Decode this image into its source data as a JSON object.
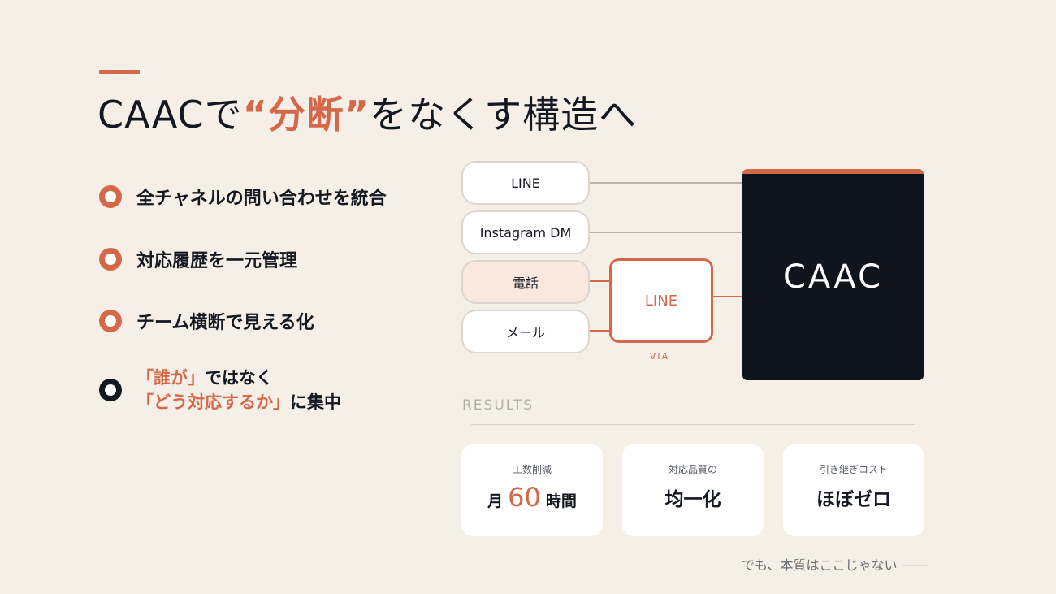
{
  "title": {
    "prefix": "CAACで",
    "highlight": "“分断”",
    "suffix": "をなくす構造へ"
  },
  "bullets": [
    "全チャネルの問い合わせを統合",
    "対応履歴を一元管理",
    "チーム横断で見える化"
  ],
  "key_bullet": {
    "line1_accent": "「誰が」",
    "line1_text": "ではなく",
    "line2_accent": "「どう対応するか」",
    "line2_text": "に集中"
  },
  "diagram": {
    "sources": [
      "LINE",
      "Instagram DM",
      "電話",
      "メール"
    ],
    "via_box": "LINE",
    "via_label": "VIA",
    "hub": "CAAC"
  },
  "results": {
    "label": "RESULTS",
    "cards": [
      {
        "label": "工数削減",
        "prefix": "月",
        "number": "60",
        "unit": "時間"
      },
      {
        "label": "対応品質の",
        "value": "均一化"
      },
      {
        "label": "引き継ぎコスト",
        "value": "ほぼゼロ"
      }
    ]
  },
  "footer": "でも、本質はここじゃない ——",
  "colors": {
    "accent": "#d4694a",
    "dark": "#10141d",
    "background": "#f5efe8"
  }
}
